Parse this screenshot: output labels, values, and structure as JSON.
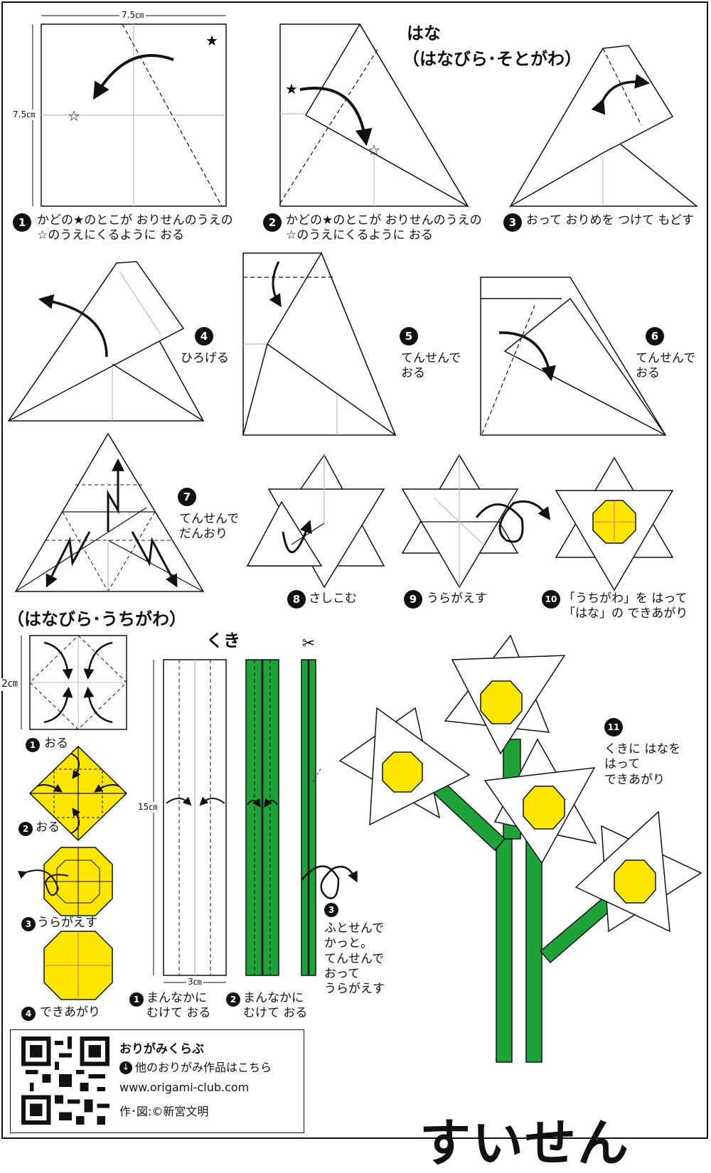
{
  "measurements": {
    "square_width": "7.5㎝",
    "square_height": "7.5㎝",
    "small_square": "2㎝",
    "stem_length": "15㎝",
    "stem_width": "3㎝"
  },
  "titles": {
    "flower": "はな",
    "outer_petals": "（はなびら･そとがわ）",
    "inner_petals": "（はなびら･うちがわ）",
    "stem": "くき",
    "final": "すいせん"
  },
  "steps": [
    {
      "num": "1",
      "text": "かどの★のとこが おりせんのうえの\n☆のうえにくるように おる"
    },
    {
      "num": "2",
      "text": "かどの★のとこが おりせんのうえの\n☆のうえにくるように おる"
    },
    {
      "num": "3",
      "text": "おって おりめを つけて もどす"
    },
    {
      "num": "4",
      "text": "ひろげる"
    },
    {
      "num": "5",
      "text": "てんせんで\nおる"
    },
    {
      "num": "6",
      "text": "てんせんで\nおる"
    },
    {
      "num": "7",
      "text": "てんせんで\nだんおり"
    },
    {
      "num": "8",
      "text": "さしこむ"
    },
    {
      "num": "9",
      "text": "うらがえす"
    },
    {
      "num": "10",
      "text": "「うちがわ」を はって\n「はな」の できあがり"
    },
    {
      "num": "11",
      "text": "くきに はなを\nはって\nできあがり"
    }
  ],
  "inner_steps": [
    {
      "num": "1",
      "text": "おる"
    },
    {
      "num": "2",
      "text": "おる"
    },
    {
      "num": "3",
      "text": "うらがえす"
    },
    {
      "num": "4",
      "text": "できあがり"
    }
  ],
  "stem_steps": [
    {
      "num": "1",
      "text": "まんなかに\nむけて おる"
    },
    {
      "num": "2",
      "text": "まんなかに\nむけて おる"
    },
    {
      "num": "3",
      "text": "ふとせんで\nかっと。\nてんせんで\nおって\nうらがえす"
    }
  ],
  "footer": {
    "club": "おりがみくらぶ",
    "more": "他のおりがみ作品はこちら",
    "url": "www.origami-club.com",
    "credit": "作･図:©新宮文明"
  },
  "colors": {
    "yellow": "#ffe600",
    "green": "#1fa23a",
    "line": "#111111",
    "crease": "#bbbbbb"
  }
}
